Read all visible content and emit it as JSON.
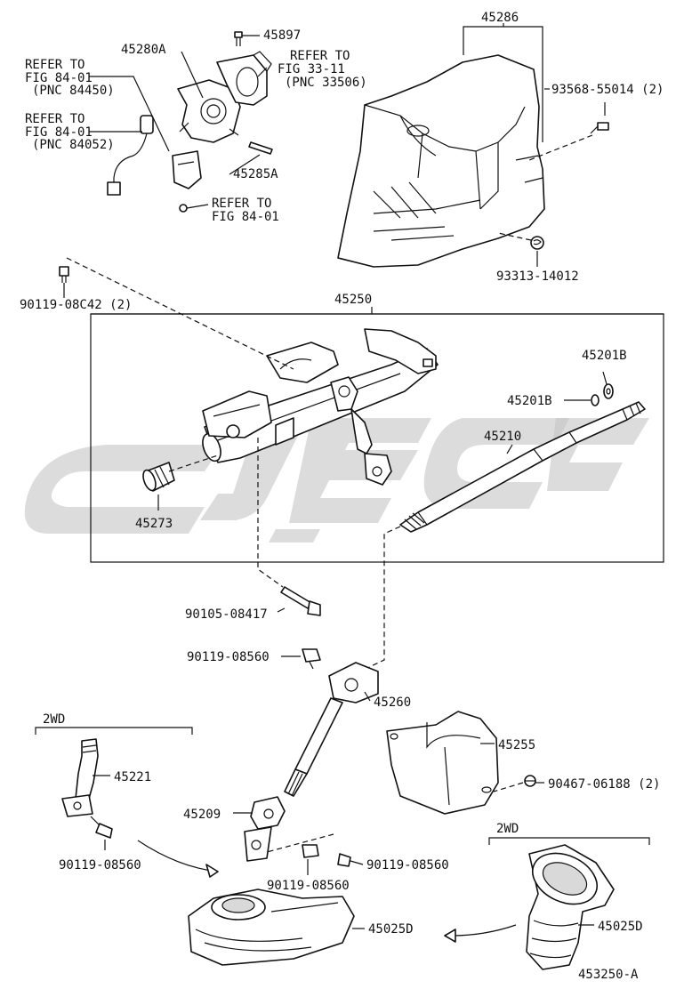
{
  "diagram_id": "453250-A",
  "parts": {
    "p45286": "45286",
    "p93568": "93568-55014 (2)",
    "p93313": "93313-14012",
    "p45280A": "45280A",
    "p45897": "45897",
    "p45285A": "45285A",
    "p90119_c42": "90119-08C42 (2)",
    "p45250": "45250",
    "p45201B_a": "45201B",
    "p45201B_b": "45201B",
    "p45210": "45210",
    "p45273": "45273",
    "p90105": "90105-08417",
    "p90119_a": "90119-08560",
    "p45260": "45260",
    "p45255": "45255",
    "p90467": "90467-06188 (2)",
    "p45221": "45221",
    "p90119_b": "90119-08560",
    "p45209": "45209",
    "p90119_c": "90119-08560",
    "p90119_d": "90119-08560",
    "p45025D_a": "45025D",
    "p45025D_b": "45025D"
  },
  "refer_notes": {
    "r1": [
      "REFER TO",
      "FIG 84-01",
      "(PNC 84450)"
    ],
    "r2": [
      "REFER TO",
      "FIG 84-01",
      "(PNC 84052)"
    ],
    "r3": [
      "REFER TO",
      "FIG 33-11",
      "(PNC 33506)"
    ],
    "r4": [
      "REFER TO",
      "FIG 84-01"
    ]
  },
  "variant_labels": {
    "wd_left": "2WD",
    "wd_right": "2WD"
  }
}
